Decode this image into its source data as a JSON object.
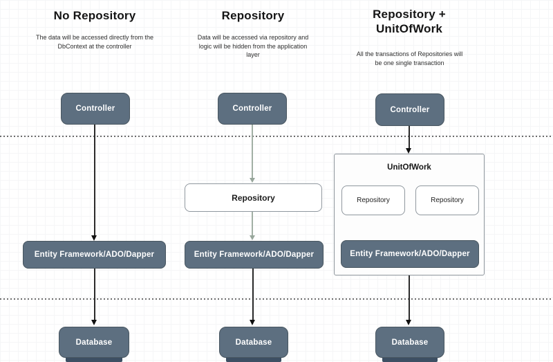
{
  "diagram": {
    "columns": [
      {
        "title": "No Repository",
        "description": "The data will be accessed directly from the DbContext at the controller",
        "controller": "Controller",
        "data_access": "Entity Framework/ADO/Dapper",
        "database": "Database"
      },
      {
        "title": "Repository",
        "description": "Data will be accessed via repository and logic will be hidden from the application layer",
        "controller": "Controller",
        "repository": "Repository",
        "data_access": "Entity Framework/ADO/Dapper",
        "database": "Database"
      },
      {
        "title": "Repository + UnitOfWork",
        "description": "All the transactions of Repositories will be one single transaction",
        "controller": "Controller",
        "unit_of_work": "UnitOfWork",
        "repositories": [
          "Repository",
          "Repository"
        ],
        "data_access": "Entity Framework/ADO/Dapper",
        "database": "Database"
      }
    ],
    "colors": {
      "node_fill": "#5d6f80",
      "node_border": "#47555f",
      "node_text": "#ffffff",
      "white_box_border": "#8f979e",
      "sage_arrow": "#a1afa4",
      "dark_arrow": "#1a1a1a",
      "divider_dots": "#6a6a6a",
      "database_shadow": "#3d4f63"
    }
  }
}
